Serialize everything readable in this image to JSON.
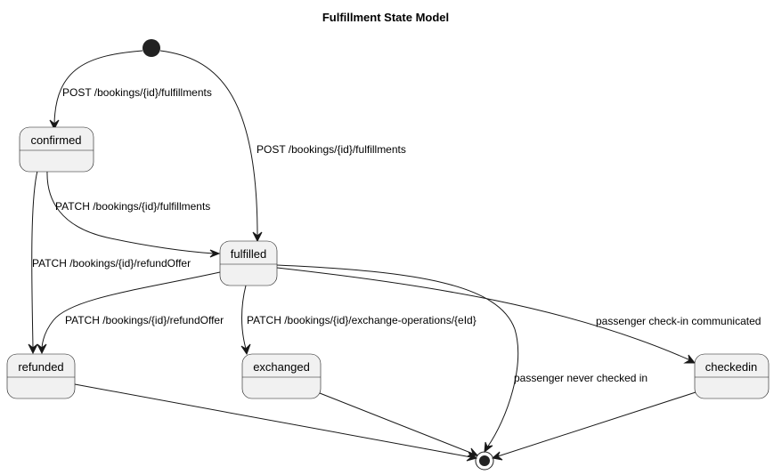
{
  "diagram": {
    "title": "Fulfillment State Model",
    "states": {
      "confirmed": "confirmed",
      "fulfilled": "fulfilled",
      "refunded": "refunded",
      "exchanged": "exchanged",
      "checkedin": "checkedin"
    },
    "transitions": {
      "start_to_confirmed": "POST /bookings/{id}/fulfillments",
      "start_to_fulfilled": "POST /bookings/{id}/fulfillments",
      "confirmed_to_fulfilled": "PATCH /bookings/{id}/fulfillments",
      "confirmed_to_refunded": "PATCH /bookings/{id}/refundOffer",
      "fulfilled_to_refunded": "PATCH /bookings/{id}/refundOffer",
      "fulfilled_to_exchanged": "PATCH /bookings/{id}/exchange-operations/{eId}",
      "fulfilled_to_end": "passenger never checked in",
      "fulfilled_to_checkedin": "passenger check-in communicated"
    }
  }
}
